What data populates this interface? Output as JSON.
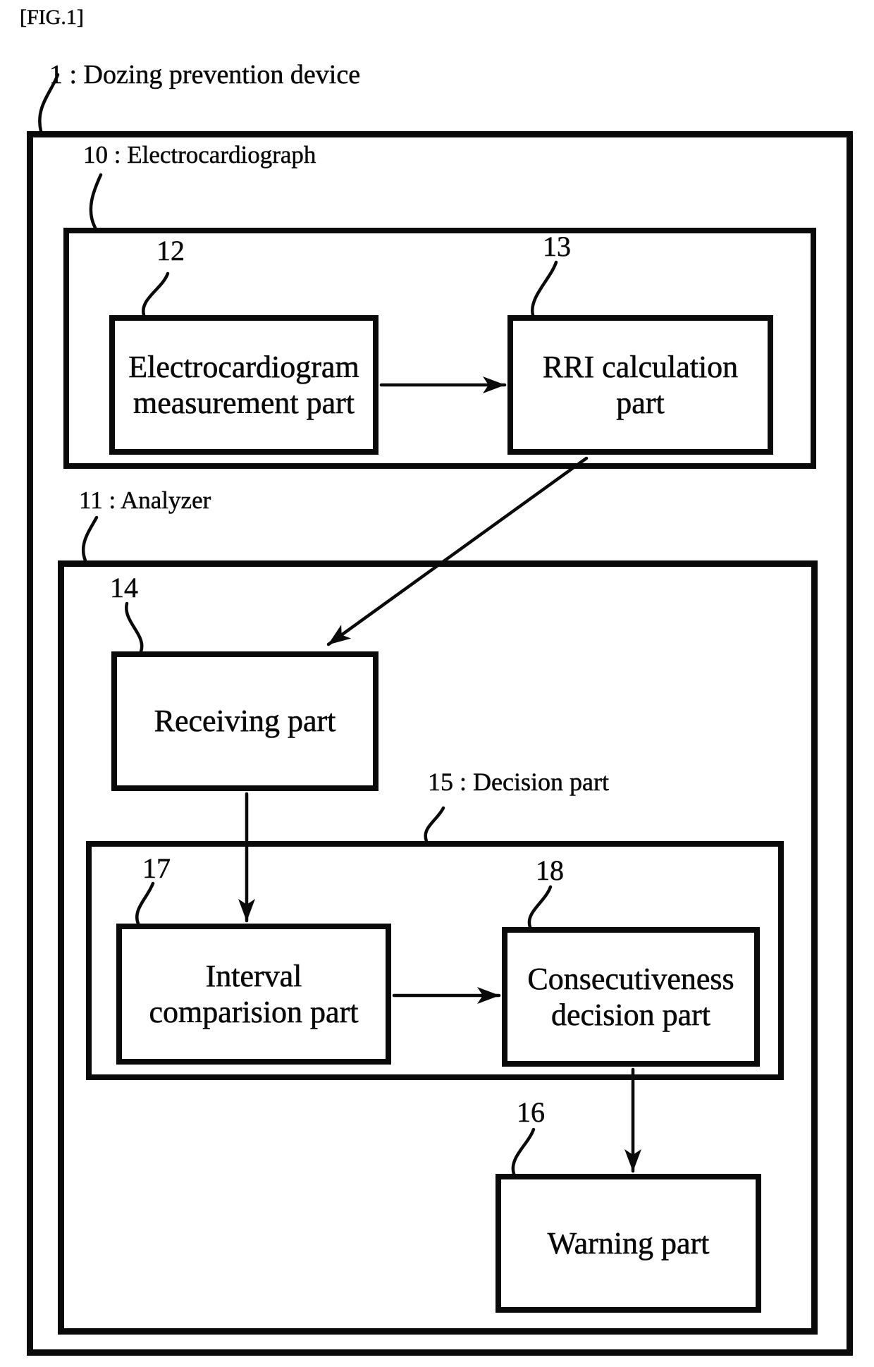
{
  "fig": {
    "tag": "[FIG.1]",
    "title": "1 : Dozing prevention device"
  },
  "ecg": {
    "label": "10 : Electrocardiograph",
    "measurement": {
      "ref": "12",
      "text": "Electrocardiogram\nmeasurement part"
    },
    "rri": {
      "ref": "13",
      "text": "RRI calculation\npart"
    }
  },
  "analyzer": {
    "label": "11 : Analyzer",
    "receiving": {
      "ref": "14",
      "text": "Receiving part"
    }
  },
  "decision": {
    "label": "15 : Decision part",
    "interval": {
      "ref": "17",
      "text": "Interval\ncomparision part"
    },
    "consecutiveness": {
      "ref": "18",
      "text": "Consecutiveness\ndecision part"
    }
  },
  "warning": {
    "ref": "16",
    "text": "Warning part"
  },
  "colors": {
    "ink": "#0a0a0a",
    "paper": "#ffffff"
  }
}
